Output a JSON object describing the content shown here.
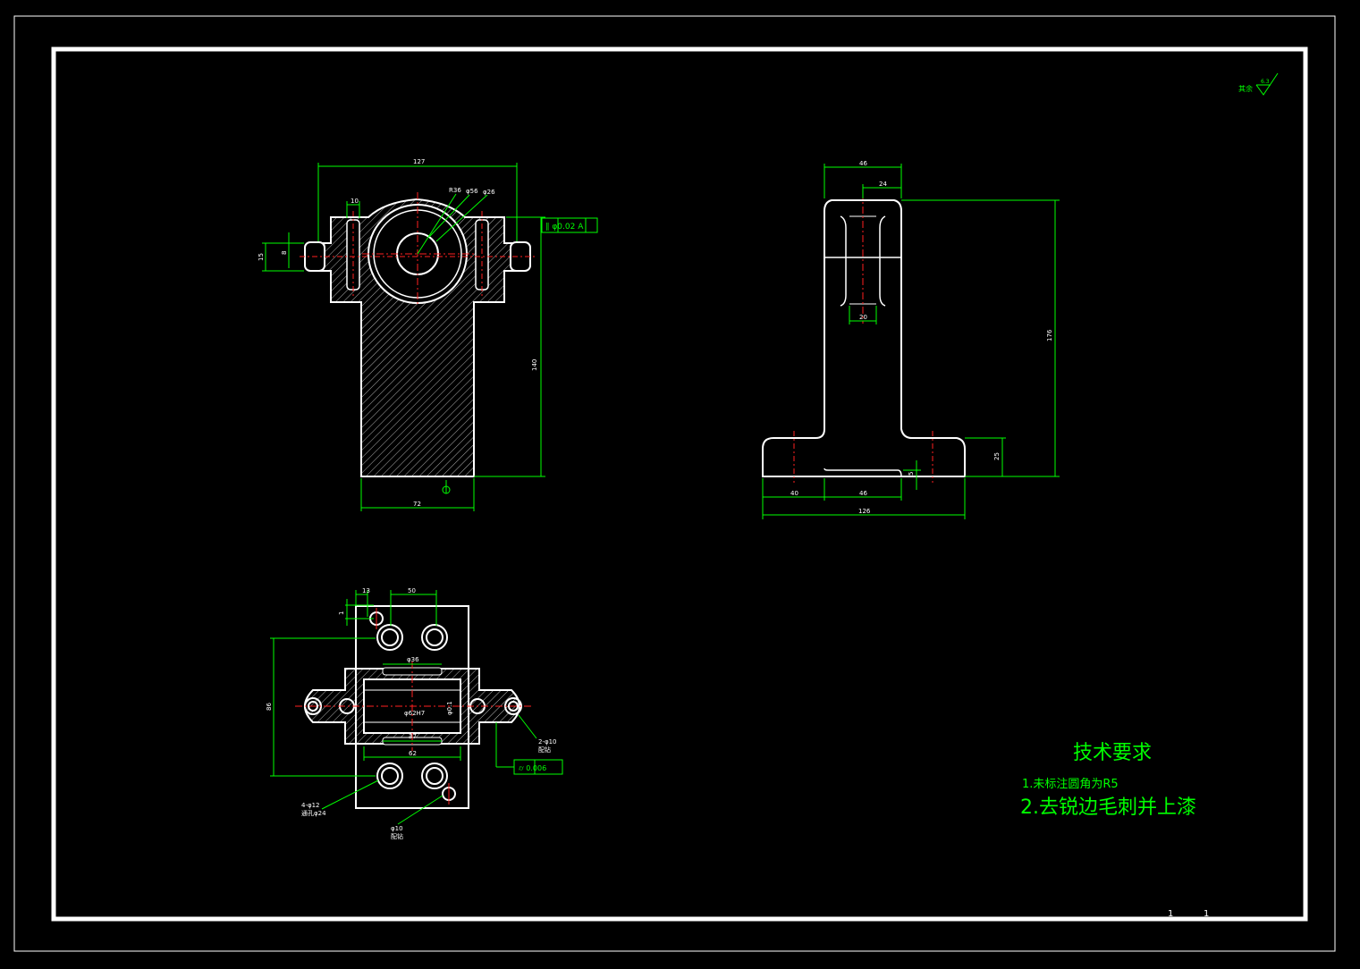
{
  "sheet": {
    "scale_left": "1",
    "scale_right": "1"
  },
  "surface_mark": {
    "prefix": "其余",
    "value": "6.3"
  },
  "tech_requirements": {
    "title": "技术要求",
    "item1": "1.未标注圆角为R5",
    "item2": "2.去锐边毛刺并上漆"
  },
  "front_view": {
    "dim_width_top": "127",
    "dim_height": "140",
    "dim_width_bottom": "72",
    "dim_r36": "R36",
    "dim_d56": "φ56",
    "dim_d26": "φ26",
    "dim_10": "10",
    "dim_15": "15",
    "dim_8": "8",
    "tol_frame": "∥ φ0.02 A",
    "datum": "A"
  },
  "side_view": {
    "dim_46_top": "46",
    "dim_24": "24",
    "dim_20": "20",
    "dim_176": "176",
    "dim_25": "25",
    "dim_5": "5",
    "dim_40": "40",
    "dim_46_bottom": "46",
    "dim_126": "126"
  },
  "top_view": {
    "dim_13": "13",
    "dim_50": "50",
    "dim_1": "1",
    "dim_36": "φ36",
    "dim_h": "86",
    "dim_62h7": "φ62H7",
    "dim_37": "37",
    "dim_62": "62",
    "dim_datum": "φ0.1",
    "hole_2_d10": "2-φ10",
    "hole_2_note": "配钻",
    "hole_4_d12": "4-φ12",
    "hole_4_note": "通孔φ24",
    "hole_d10": "φ10",
    "hole_d10_note": "配钻",
    "tol_frame": "⌭ 0.006"
  }
}
